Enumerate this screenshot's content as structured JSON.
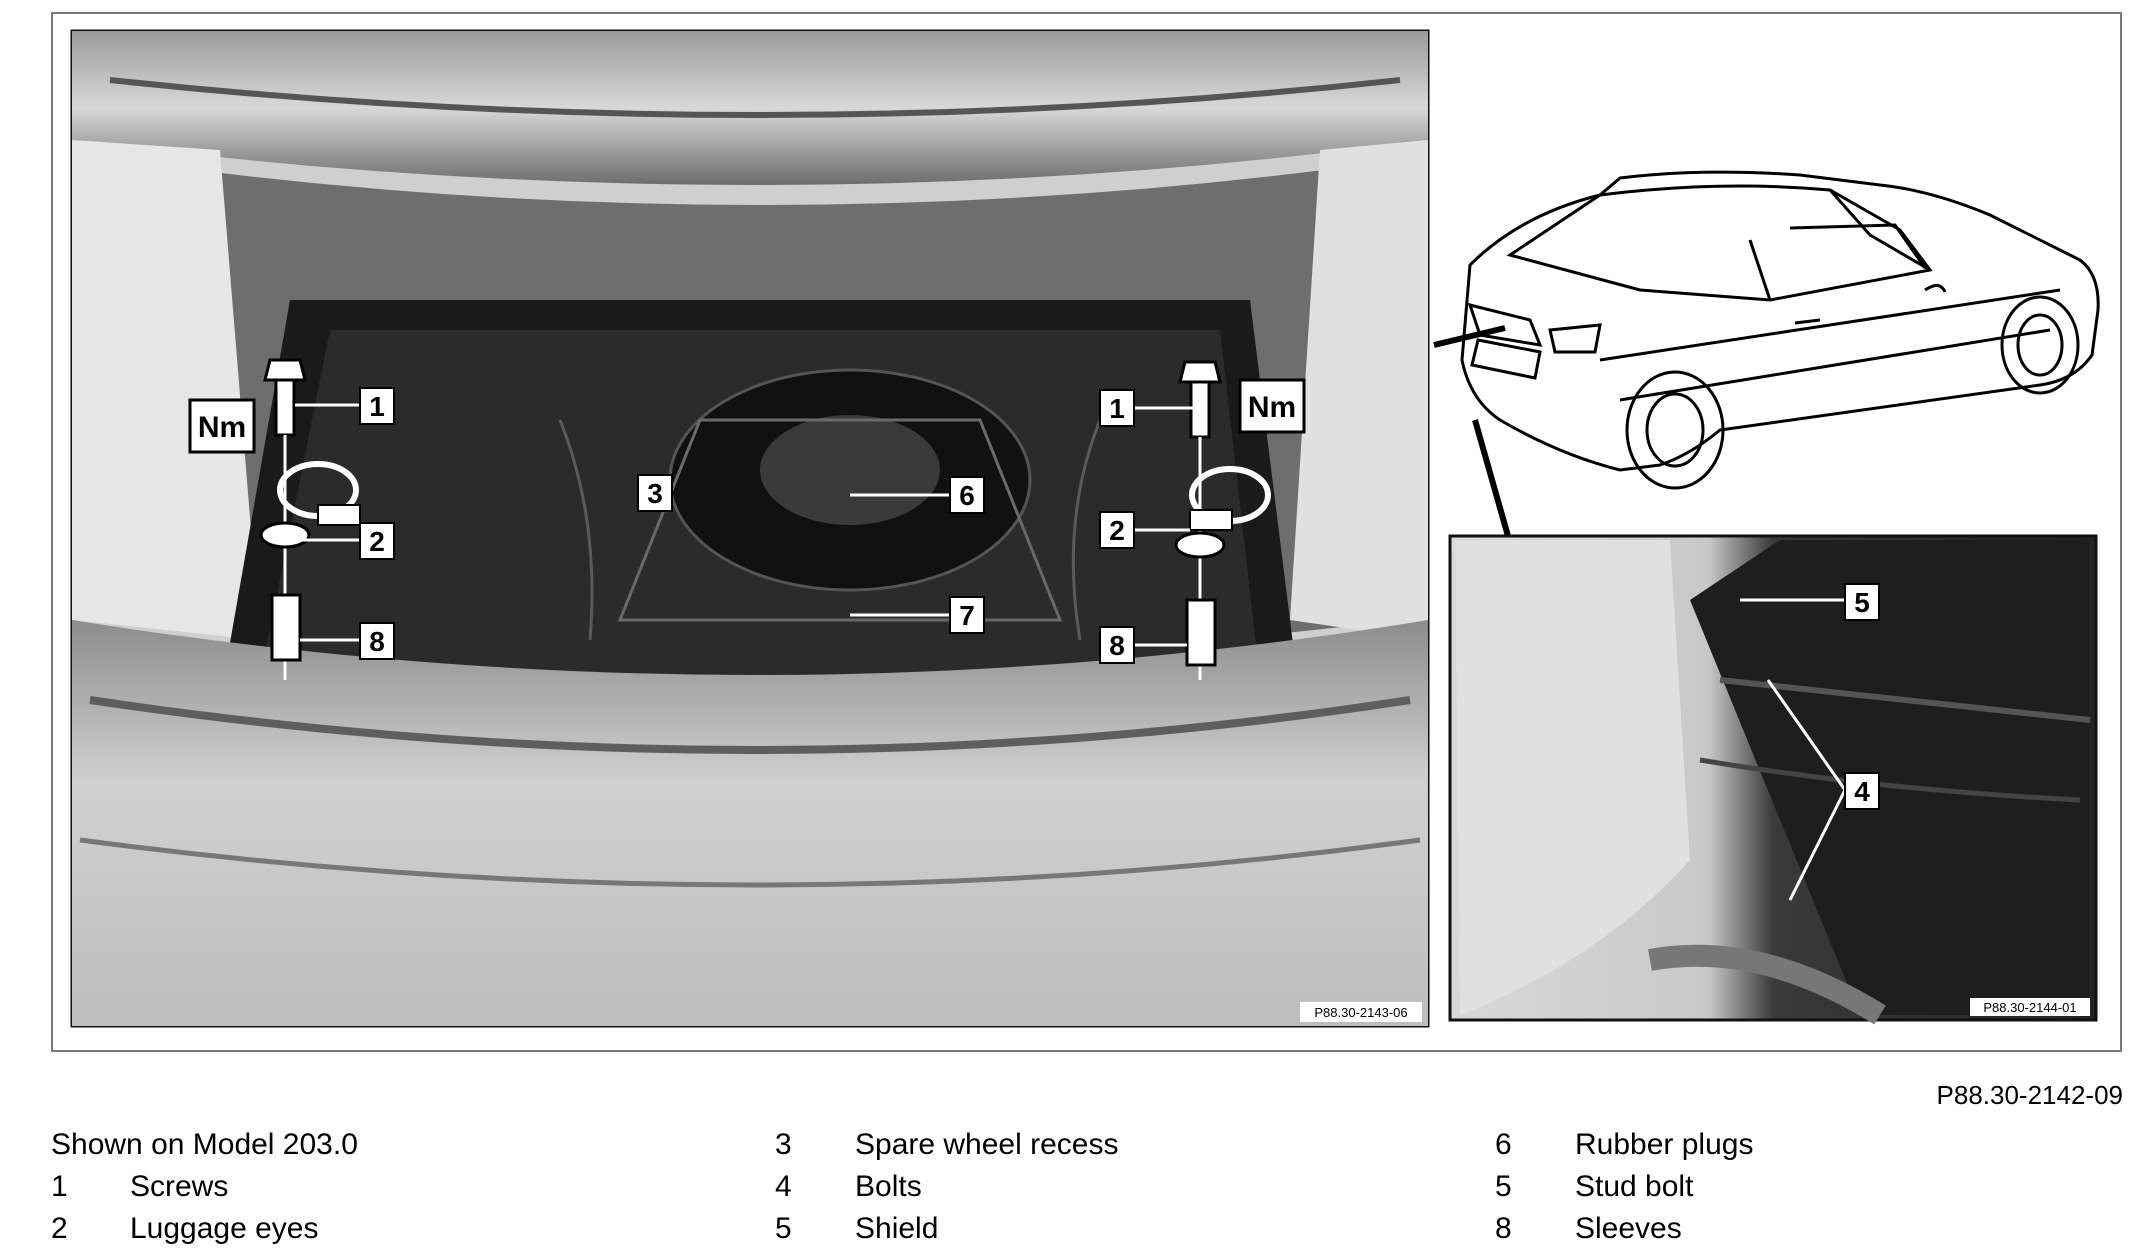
{
  "figure": {
    "main_code": "P88.30-2143-06",
    "inset_code": "P88.30-2144-01",
    "figure_code": "P88.30-2142-09",
    "nm_label": "Nm"
  },
  "callouts": {
    "c1": "1",
    "c2": "2",
    "c3": "3",
    "c4": "4",
    "c5": "5",
    "c6": "6",
    "c7": "7",
    "c8": "8"
  },
  "legend": {
    "shown_on": "Shown on Model 203.0",
    "col1": [
      {
        "num": "1",
        "label": "Screws"
      },
      {
        "num": "2",
        "label": "Luggage eyes"
      }
    ],
    "col2": [
      {
        "num": "3",
        "label": "Spare wheel recess"
      },
      {
        "num": "4",
        "label": "Bolts"
      },
      {
        "num": "5",
        "label": "Shield"
      }
    ],
    "col3": [
      {
        "num": "6",
        "label": "Rubber plugs"
      },
      {
        "num": "5",
        "label": "Stud bolt"
      },
      {
        "num": "8",
        "label": "Sleeves"
      }
    ]
  }
}
